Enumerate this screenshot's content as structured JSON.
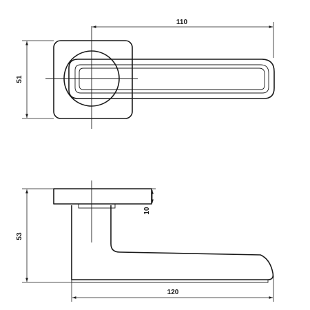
{
  "dimensions": {
    "top_width": "110",
    "top_height": "51",
    "side_offset": "10",
    "side_height": "53",
    "side_length": "120"
  },
  "colors": {
    "line": "#1a1a1a",
    "background": "#ffffff"
  }
}
